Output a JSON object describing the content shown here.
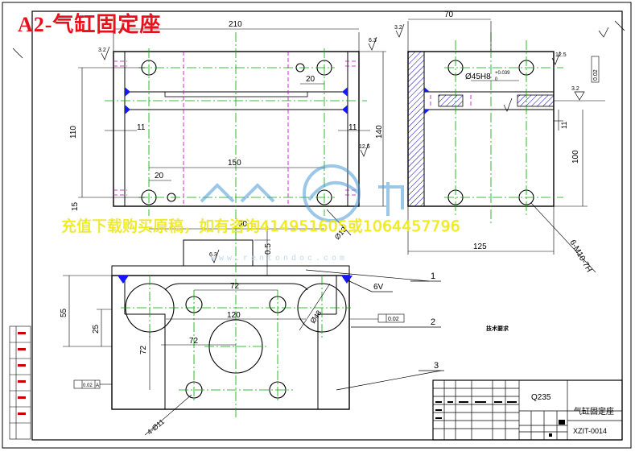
{
  "title": "A2-气缸固定座",
  "watermark": "充值下载购买原稿，如有咨询414951605或1064457796",
  "watermark_url": "www.rentondoc.com",
  "dims": {
    "front_width": "210",
    "hole_spacing_top": "90",
    "small_offset": "20",
    "height_110": "110",
    "edge_11_left": "11",
    "edge_11_right": "11",
    "height_140": "140",
    "hole_spacing": "150",
    "small_offset_bottom": "20",
    "edge_15": "15",
    "hole_dia_12": "Ø12",
    "side_width": "70",
    "bore_fit": "Ø45H8",
    "bore_tol": "+0.039",
    "bore_tol_low": "0",
    "side_11": "11",
    "side_100": "100",
    "side_125": "125",
    "thread_callout": "6-M10-7H",
    "gap_05": "0.5",
    "bot_72_top": "72",
    "bot_120": "120",
    "bot_72_mid": "72",
    "bot_72_vert": "72",
    "bot_55": "55",
    "bot_25": "25",
    "bot_dia_48": "Ø48",
    "bot_holes": "4-Ø11",
    "weld_6v": "6V"
  },
  "roughness": {
    "r1": "3.2",
    "r2": "6.3",
    "r3": "12.5",
    "r4": "3.2",
    "r5": "12.5",
    "r6": "3.2",
    "r7": "6.3"
  },
  "tolerance_frames": {
    "t1": "0.02",
    "t2": "0.02",
    "t3": "0.02",
    "datum_a": "A"
  },
  "leaders": [
    "1",
    "2",
    "3"
  ],
  "tech_note": "技术要求",
  "title_block": {
    "material": "Q235",
    "part_name": "气缸固定座",
    "drawing_no": "XZIT-0014"
  },
  "colors": {
    "outline": "#000000",
    "center": "#00a800",
    "hidden": "#c000c0",
    "dimension": "#0000d8",
    "leader": "#b00000",
    "hatch": "#0000c8",
    "red_title": "#e8101a",
    "weld": "#1818ff"
  }
}
